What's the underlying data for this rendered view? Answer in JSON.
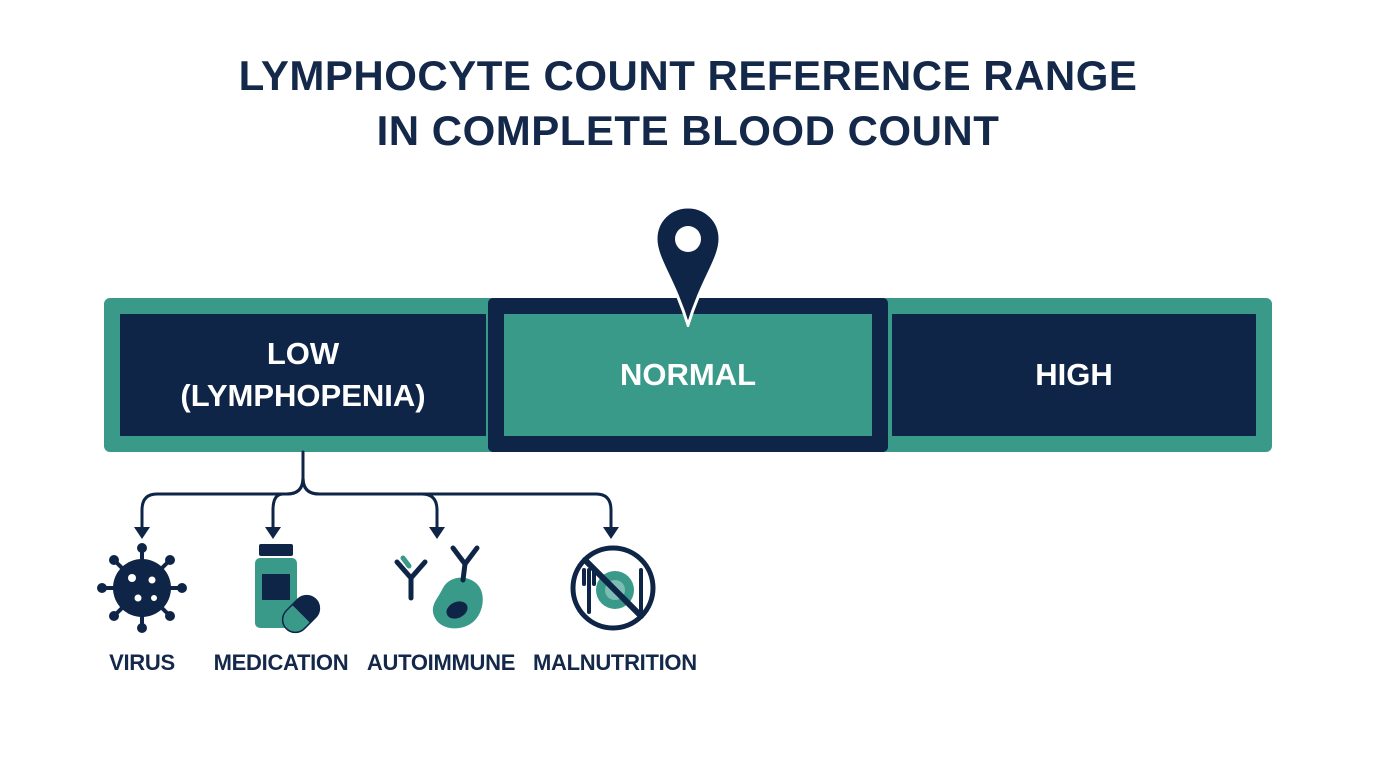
{
  "title": {
    "line1": "LYMPHOCYTE COUNT REFERENCE RANGE",
    "line2": "IN COMPLETE BLOOD COUNT"
  },
  "range": {
    "low": {
      "line1": "LOW",
      "line2": "(LYMPHOPENIA)"
    },
    "normal": "NORMAL",
    "high": "HIGH",
    "marker_icon": "location-pin-icon",
    "marker_on": "normal"
  },
  "causes": [
    {
      "label": "VIRUS",
      "icon": "virus-icon"
    },
    {
      "label": "MEDICATION",
      "icon": "medication-icon"
    },
    {
      "label": "AUTOIMMUNE",
      "icon": "autoimmune-icon"
    },
    {
      "label": "MALNUTRITION",
      "icon": "no-food-icon"
    }
  ],
  "colors": {
    "navy": "#0f2547",
    "teal": "#3a9a8a",
    "background": "#ffffff"
  }
}
